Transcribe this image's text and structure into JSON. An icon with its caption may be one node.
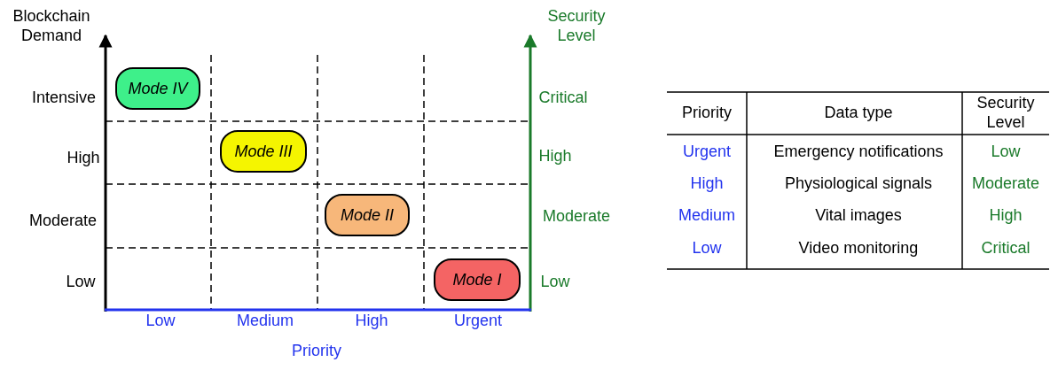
{
  "diagram": {
    "nodes": [
      {
        "text": [
          "Mode IV"
        ]
      },
      {
        "text": [
          "Mode III"
        ]
      },
      {
        "text": [
          "Mode II"
        ]
      },
      {
        "text": [
          "Mode I"
        ]
      }
    ],
    "edges": [],
    "labels": [
      "Blockchain Demand",
      "Security Level",
      "Intensive",
      "High",
      "Moderate",
      "Low",
      "Critical",
      "High",
      "Moderate",
      "Low",
      "Low",
      "Medium",
      "High",
      "Urgent",
      "Priority",
      "Priority",
      "Data type",
      "Security Level",
      "Urgent",
      "Emergency notifications",
      "Low",
      "High",
      "Physiological signals",
      "Moderate",
      "Medium",
      "Vital images",
      "High",
      "Low",
      "Video monitoring",
      "Critical"
    ]
  }
}
